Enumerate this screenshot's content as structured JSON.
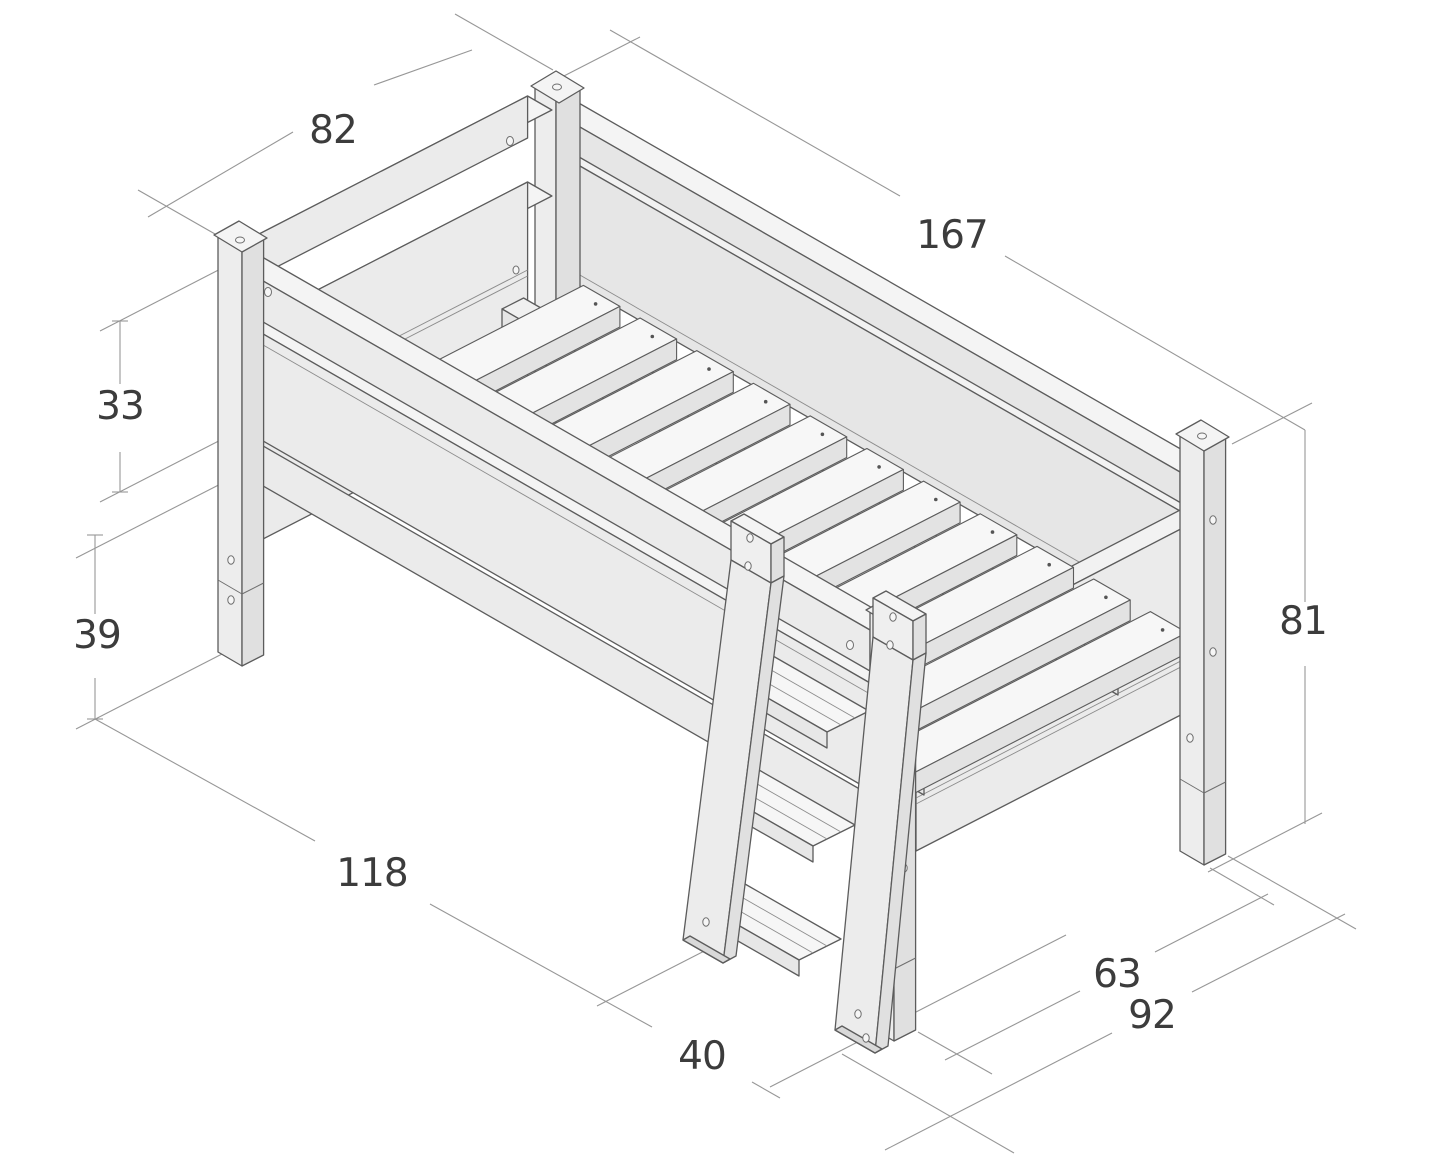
{
  "figure": {
    "type": "isometric-dimension-drawing",
    "subject": "mid-height bed with guard rails and slanted ladder"
  },
  "dims": {
    "head_top_width": "82",
    "top_length": "167",
    "rail_section_height": "33",
    "underbed_height": "39",
    "floor_length_to_ladder": "118",
    "ladder_depth": "40",
    "foot_leg_spacing": "63",
    "overall_depth": "92",
    "overall_height": "81"
  },
  "colors": {
    "background": "#ffffff",
    "outline": "#5c5c5c",
    "face_light": "#ebebeb",
    "face_top": "#f4f4f4",
    "face_side": "#e0e0e0",
    "face_inner": "#e6e6e6",
    "slat_top": "#f7f7f7",
    "dimension_line": "#979797",
    "label_text": "#3c3c3c"
  }
}
